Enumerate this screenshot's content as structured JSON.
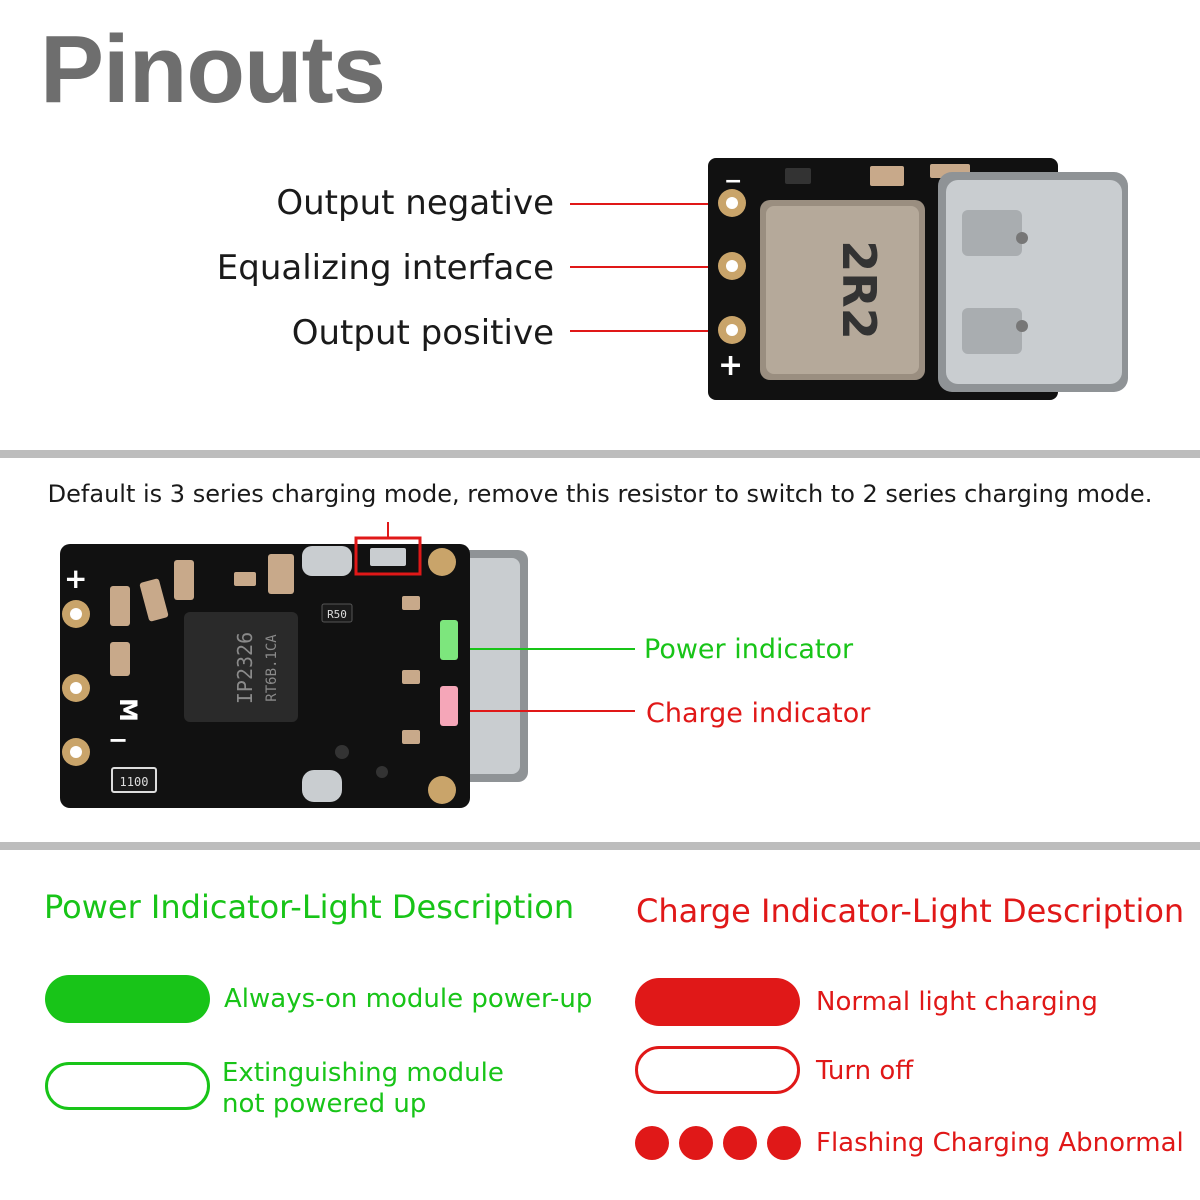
{
  "title": "Pinouts",
  "pinouts": {
    "output_negative": "Output negative",
    "equalizing_interface": "Equalizing interface",
    "output_positive": "Output positive",
    "pad_minus": "−",
    "pad_plus": "+",
    "inductor_marking": "2R2"
  },
  "board": {
    "note": "Default is 3 series charging mode, remove this resistor to switch to 2 series charging mode.",
    "chip_text_1": "IP2326",
    "chip_text_2": "RT6B.1CA",
    "resistor_r50": "R50",
    "resistor_1100": "1100",
    "silk_plus": "+",
    "silk_m": "M",
    "silk_minus": "−",
    "power_indicator": "Power indicator",
    "charge_indicator": "Charge indicator"
  },
  "power_section": {
    "title": "Power Indicator-Light Description",
    "items": [
      {
        "text": "Always-on module power-up"
      },
      {
        "line1": "Extinguishing module",
        "line2": "not powered up"
      }
    ]
  },
  "charge_section": {
    "title": "Charge Indicator-Light Description",
    "items": [
      {
        "text": "Normal light charging"
      },
      {
        "text": "Turn off"
      },
      {
        "text": "Flashing Charging Abnormal"
      }
    ]
  },
  "colors": {
    "green": "#18c418",
    "red": "#e01818",
    "divider": "#bdbdbd",
    "title_gray": "#6e6e6e",
    "pcb": "#111111"
  }
}
